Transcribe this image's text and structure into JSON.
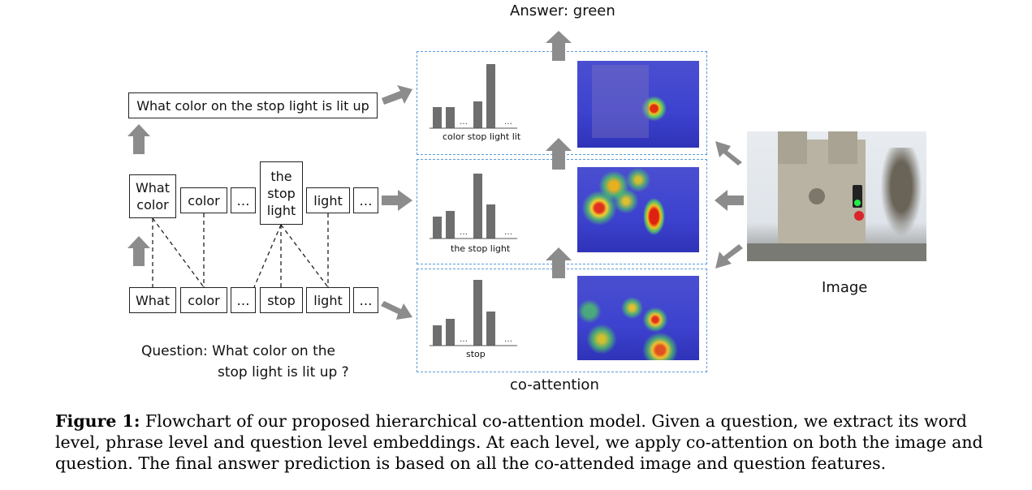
{
  "answer": "Answer: green",
  "question_level": "What color on the stop light is lit up",
  "phrase_level": [
    "What\ncolor",
    "color",
    "…",
    "the\nstop\nlight",
    "light",
    "…"
  ],
  "word_level": [
    "What",
    "color",
    "…",
    "stop",
    "light",
    "…"
  ],
  "question_caption_line1": "Question: What color on the",
  "question_caption_line2": "stop light is lit up  ?",
  "panels": [
    {
      "label": "color stop light lit",
      "ellipsis": "…"
    },
    {
      "label": "the stop light",
      "ellipsis": "…"
    },
    {
      "label": "stop",
      "ellipsis": "…"
    }
  ],
  "coattention_label": "co-attention",
  "image_label": "Image",
  "caption": {
    "prefix": "Figure 1:",
    "text": "Flowchart of our proposed hierarchical co-attention model. Given a question, we extract its word level, phrase level and question level embeddings. At each level, we apply co-attention on both the image and question. The final answer prediction is based on all the co-attended image and question features."
  },
  "colors": {
    "arrow": "#8c8c8c",
    "bar": "#6e6e6e",
    "dashed": "#5b9bd5",
    "heat_bg": "#3a3fd6"
  }
}
